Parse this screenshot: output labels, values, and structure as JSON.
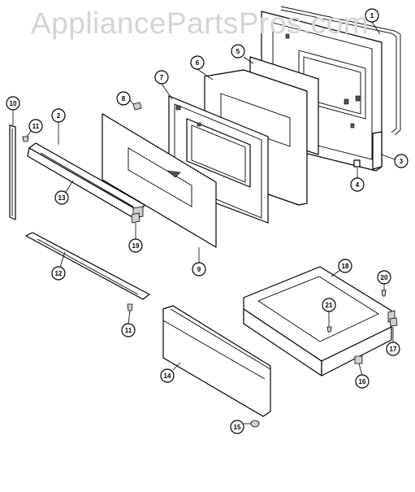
{
  "watermark": "AppliancePartsPros.com",
  "callouts": [
    "1",
    "2",
    "3",
    "4",
    "5",
    "6",
    "7",
    "8",
    "9",
    "10",
    "11",
    "11",
    "12",
    "13",
    "14",
    "15",
    "16",
    "17",
    "18",
    "19",
    "20",
    "21"
  ]
}
